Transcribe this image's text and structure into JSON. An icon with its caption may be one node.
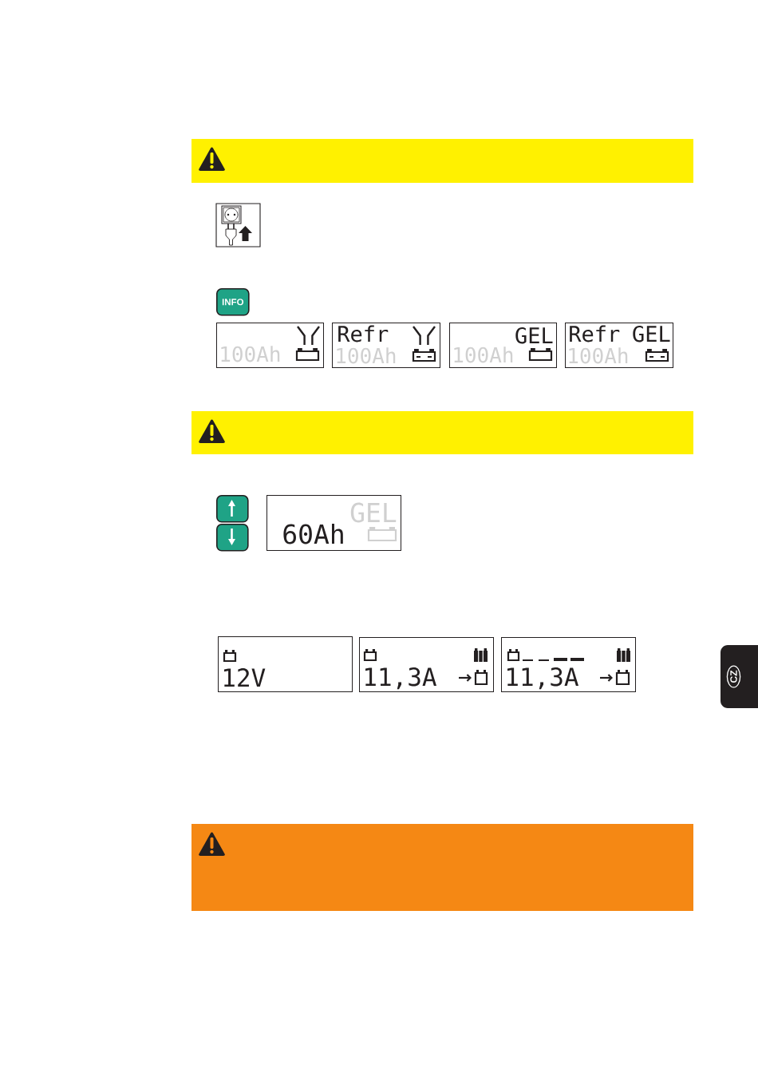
{
  "diagram": {
    "nodes": [
      {
        "text": [
          "INFO"
        ]
      },
      {
        "text": [
          "100Ah"
        ]
      },
      {
        "text": [
          "Refr",
          "100Ah"
        ]
      },
      {
        "text": [
          "GEL",
          "100Ah"
        ]
      },
      {
        "text": [
          "Refr",
          "GEL",
          "100Ah"
        ]
      },
      {
        "text": [],
        "shape": "box"
      },
      {
        "text": [],
        "shape": "box"
      },
      {
        "text": [
          "GEL",
          "60Ah"
        ]
      },
      {
        "text": [
          "12V"
        ]
      },
      {
        "text": [
          "11,3A"
        ]
      },
      {
        "text": [
          "11,3A"
        ]
      },
      {
        "text": [
          "CZ"
        ]
      }
    ]
  }
}
